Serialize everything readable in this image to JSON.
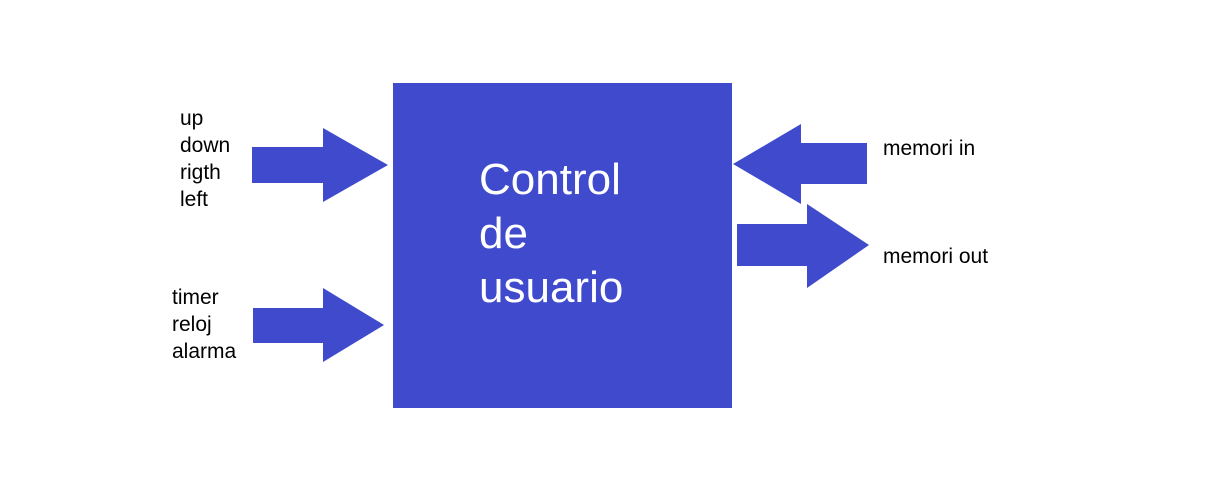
{
  "colors": {
    "block": "#3f4acd",
    "arrow": "#3f4acd",
    "text_on_block": "#ffffff",
    "label": "#000000"
  },
  "block": {
    "title_lines": [
      "Control",
      "de",
      "usuario"
    ]
  },
  "inputs_navigation": {
    "labels": [
      "up",
      "down",
      "rigth",
      "left"
    ]
  },
  "inputs_time": {
    "labels": [
      "timer",
      "reloj",
      "alarma"
    ]
  },
  "memory": {
    "in_label": "memori in",
    "out_label": "memori out"
  }
}
